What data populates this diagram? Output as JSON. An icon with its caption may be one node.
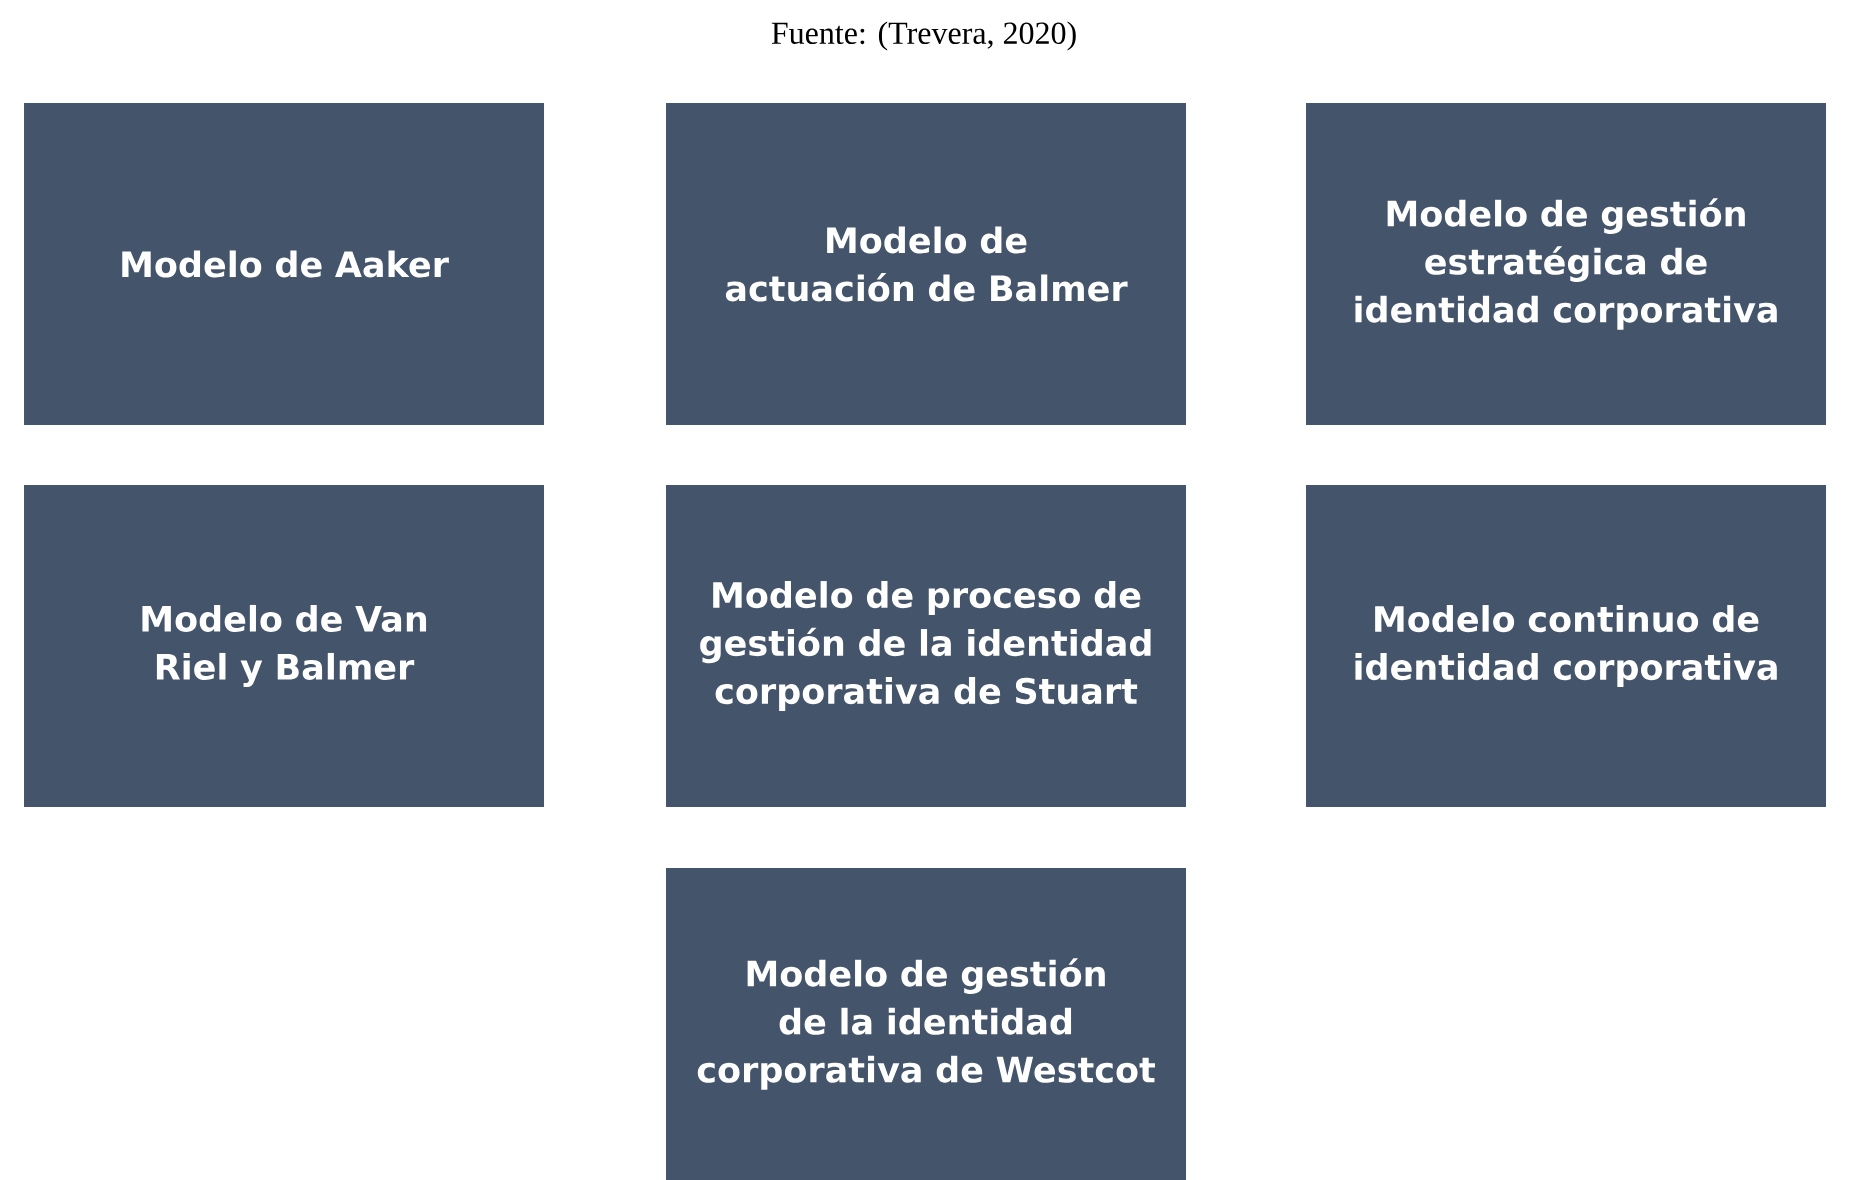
{
  "diagram": {
    "caption": "Fuente: (Trevera, 2020)",
    "nodes": [
      {
        "text": [
          "Modelo de Aaker"
        ]
      },
      {
        "text": [
          "Modelo de actuación de Balmer"
        ]
      },
      {
        "text": [
          "Modelo de gestión estratégica de identidad corporativa"
        ]
      },
      {
        "text": [
          "Modelo de Van Riel y Balmer"
        ]
      },
      {
        "text": [
          "Modelo de proceso de gestión de la identidad corporativa de Stuart"
        ]
      },
      {
        "text": [
          "Modelo continuo de identidad corporativa"
        ]
      },
      {
        "text": [
          "Modelo de gestión de la identidad corporativa de Westcot"
        ]
      }
    ]
  }
}
